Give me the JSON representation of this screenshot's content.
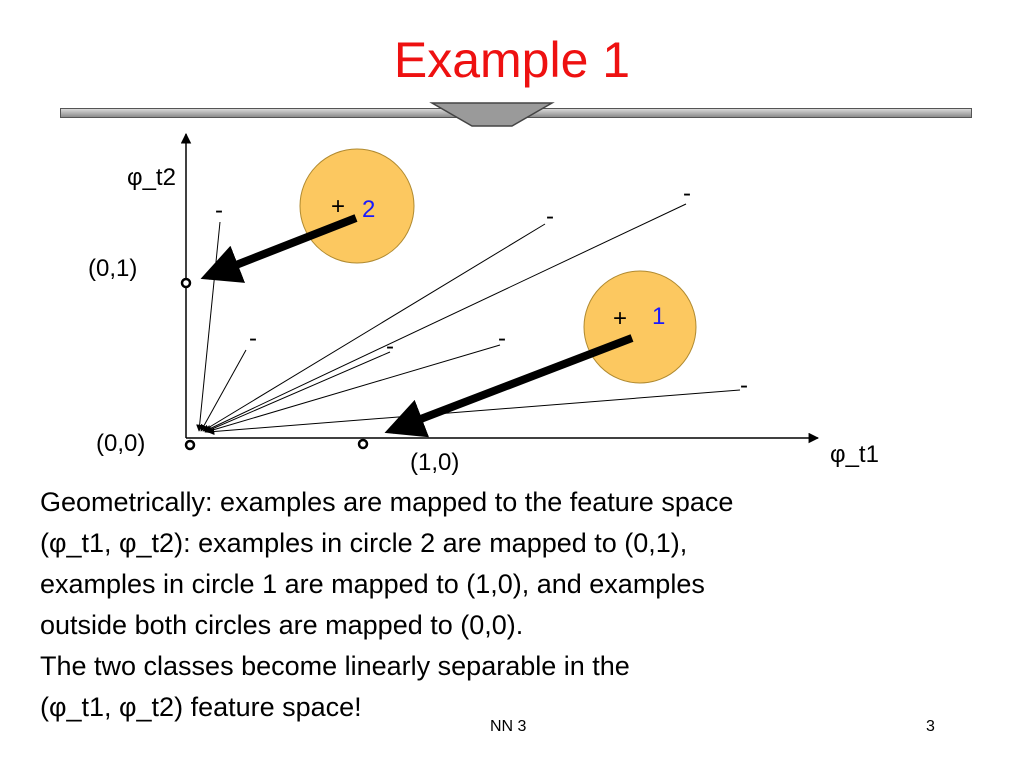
{
  "slide": {
    "title": "Example 1",
    "footer_left": "NN 3",
    "page_number": "3"
  },
  "diagram": {
    "axis_y_label": "φ_t2",
    "axis_x_label": "φ_t1",
    "point_01": "(0,1)",
    "point_00": "(0,0)",
    "point_10": "(1,0)",
    "circle_2": {
      "plus": "+",
      "number": "2"
    },
    "circle_1": {
      "plus": "+",
      "number": "1"
    },
    "minus": "-",
    "colors": {
      "circle_fill": "#fcc860",
      "circle_number": "#1a1aff",
      "title": "#ee1111"
    }
  },
  "text": {
    "lines": [
      "Geometrically: examples are mapped to the feature space",
      "(φ_t1, φ_t2): examples in circle 2 are mapped to (0,1),",
      "examples in circle 1 are mapped to (1,0), and examples",
      "outside both circles are mapped to (0,0).",
      "The two classes become linearly separable in the",
      "(φ_t1, φ_t2) feature space!"
    ]
  }
}
